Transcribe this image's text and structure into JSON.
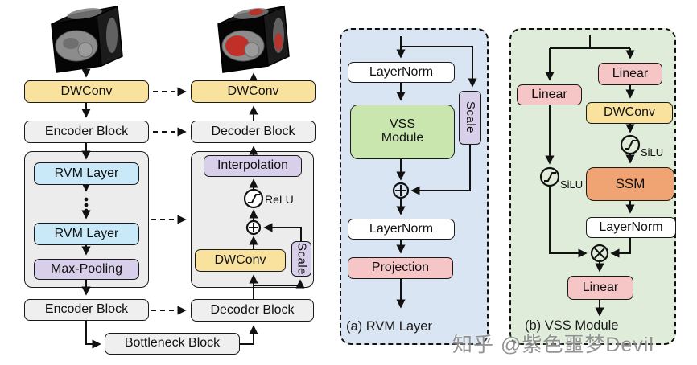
{
  "watermark": "知乎 @紫色噩梦Devil",
  "colors": {
    "dwconv_yellow": "#F8E29E",
    "block_gray": "#EFEFEF",
    "container_gray": "#ECECEC",
    "rvm_blue": "#C9E9F8",
    "lavender": "#D8CFEB",
    "vss_green": "#C9E6AF",
    "pink": "#F6C6C7",
    "ssm_orange": "#F0A473",
    "panel_a_bg": "#DAE5F3",
    "panel_b_bg": "#DFECDA",
    "line_black": "#111111",
    "segmentation_red": "#C03028"
  },
  "encoder_path": {
    "input_image_alt": "input CT volume",
    "dwconv": "DWConv",
    "encoder_block_1": "Encoder Block",
    "rvm_layer_1": "RVM Layer",
    "rvm_layer_2": "RVM Layer",
    "max_pooling": "Max-Pooling",
    "encoder_block_2": "Encoder Block",
    "bottleneck": "Bottleneck Block"
  },
  "decoder_path": {
    "output_image_alt": "segmented CT volume",
    "dwconv_out": "DWConv",
    "decoder_block_1": "Decoder Block",
    "interpolation": "Interpolation",
    "relu_label": "ReLU",
    "dwconv_inner": "DWConv",
    "scale": "Scale",
    "decoder_block_2": "Decoder Block"
  },
  "rvm_layer_panel": {
    "caption": "(a) RVM Layer",
    "layernorm_1": "LayerNorm",
    "vss_module": "VSS Module",
    "scale": "Scale",
    "layernorm_2": "LayerNorm",
    "projection": "Projection"
  },
  "vss_module_panel": {
    "caption": "(b) VSS Module",
    "linear_left": "Linear",
    "linear_right": "Linear",
    "dwconv": "DWConv",
    "silu_right_label": "SiLU",
    "ssm": "SSM",
    "silu_left_label": "SiLU",
    "layernorm": "LayerNorm",
    "linear_out": "Linear"
  }
}
